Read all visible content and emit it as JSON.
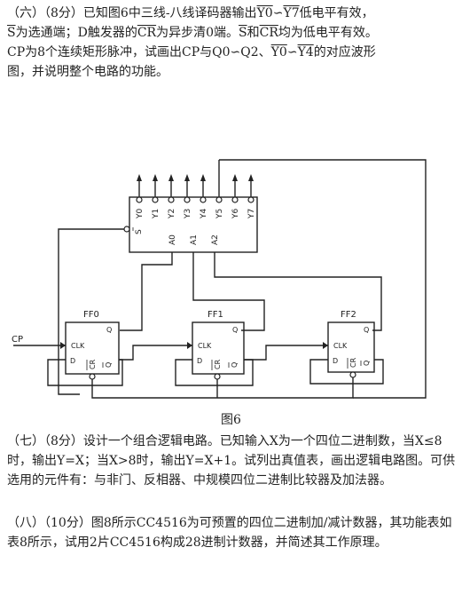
{
  "q6": {
    "number": "（六）",
    "points": "（8分）",
    "l1_a": "已知图6中三线-八线译码器输出",
    "y0": "Y0",
    "tilde1": "∽",
    "y7": "Y7",
    "l1_b": "低电平有效，",
    "s1": "S",
    "l2_a": "为选通端；D触发器的",
    "cr1": "CR",
    "l2_b": "为异步清0端。",
    "s2": "S",
    "l2_c": "和",
    "cr2": "CR",
    "l2_d": "均为低电平有效。",
    "l3_a": "CP为8个连续矩形脉冲，试画出CP与Q0∽Q2、",
    "y0b": "Y0",
    "tilde2": "∽",
    "y4": "Y4",
    "l3_b": "的对应波形",
    "l4": "图，并说明整个电路的功能。"
  },
  "figure": {
    "decoder_outputs": [
      "Y0",
      "Y1",
      "Y2",
      "Y3",
      "Y4",
      "Y5",
      "Y6",
      "Y7"
    ],
    "decoder_s": "S",
    "decoder_inputs": [
      "A0",
      "A1",
      "A2"
    ],
    "ff_labels": [
      "FF0",
      "FF1",
      "FF2"
    ],
    "pin_q": "Q",
    "pin_clk": "CLK",
    "pin_d": "D",
    "pin_cr": "CR",
    "pin_qbar": "Q",
    "cp_label": "CP",
    "caption": "图6"
  },
  "q7": {
    "number": "（七）",
    "points": "（8分）",
    "text": "设计一个组合逻辑电路。已知输入X为一个四位二进制数，当X≤8时，输出Y=X；当X>8时，输出Y=X+1。试列出真值表，画出逻辑电路图。可供选用的元件有：与非门、反相器、中规模四位二进制比较器及加法器。"
  },
  "q8": {
    "number": "（八）",
    "points": "（10分）",
    "text": "图8所示CC4516为可预置的四位二进制加/减计数器，其功能表如表8所示，试用2片CC4516构成28进制计数器，并简述其工作原理。"
  }
}
